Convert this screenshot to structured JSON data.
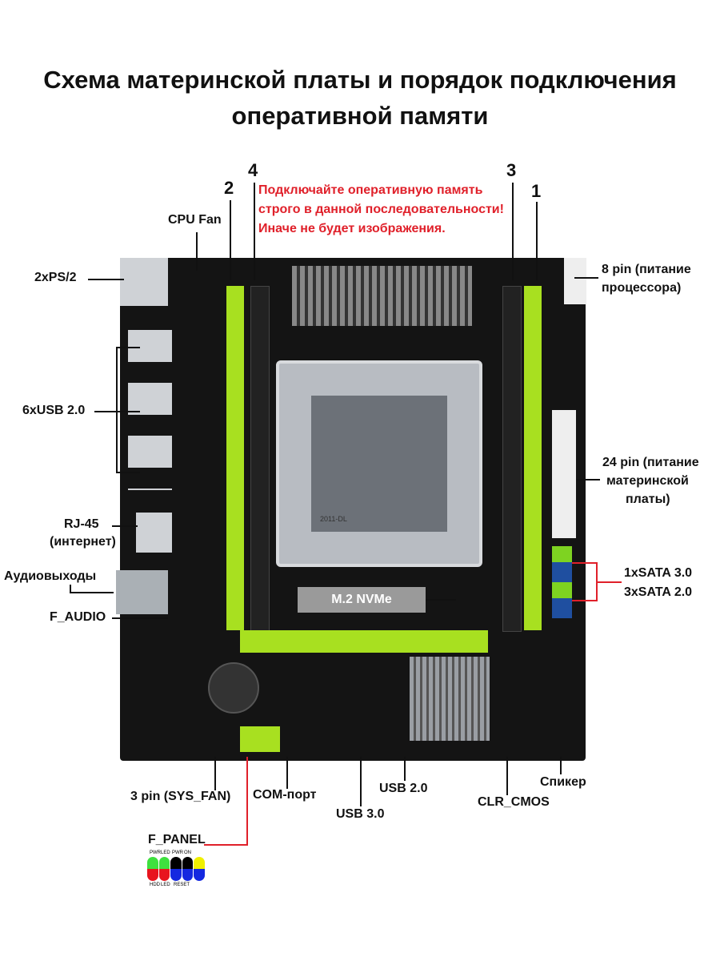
{
  "title": {
    "line1": "Схема материнской платы и порядок подключения",
    "line2": "оперативной памяти"
  },
  "slots": {
    "s1": "1",
    "s2": "2",
    "s3": "3",
    "s4": "4"
  },
  "warning": "Подключайте оперативную память строго в данной последовательности! Иначе не будет изображения.",
  "labels": {
    "cpu_fan": "CPU Fan",
    "ps2": "2xPS/2",
    "pin8_1": "8 pin (питание",
    "pin8_2": "процессора)",
    "usb6": "6xUSB 2.0",
    "pin24_1": "24 pin (питание",
    "pin24_2": "материнской",
    "pin24_3": "платы)",
    "rj45": "RJ-45",
    "rj45_sub": "(интернет)",
    "audio": "Аудиовыходы",
    "f_audio": "F_AUDIO",
    "m2": "M.2 NVMe",
    "sata3": "1xSATA 3.0",
    "sata2": "3xSATA 2.0",
    "sys_fan": "3 pin (SYS_FAN)",
    "com": "COM-порт",
    "usb3": "USB 3.0",
    "usb2": "USB 2.0",
    "clr_cmos": "CLR_CMOS",
    "speaker": "Спикер",
    "f_panel": "F_PANEL"
  },
  "f_panel_legend": {
    "top": [
      "PWR",
      "LED",
      "PWR",
      "ON"
    ],
    "bottom": [
      "HDD",
      "LED",
      "RESET"
    ],
    "pin_colors_top": [
      "#3ee03e",
      "#3ee03e",
      "#000000",
      "#000000",
      "#f0f000"
    ],
    "pin_colors_bottom": [
      "#e8141e",
      "#e8141e",
      "#1428e0",
      "#1428e0",
      "#1428e0"
    ]
  },
  "board_marking": "2011-DL"
}
